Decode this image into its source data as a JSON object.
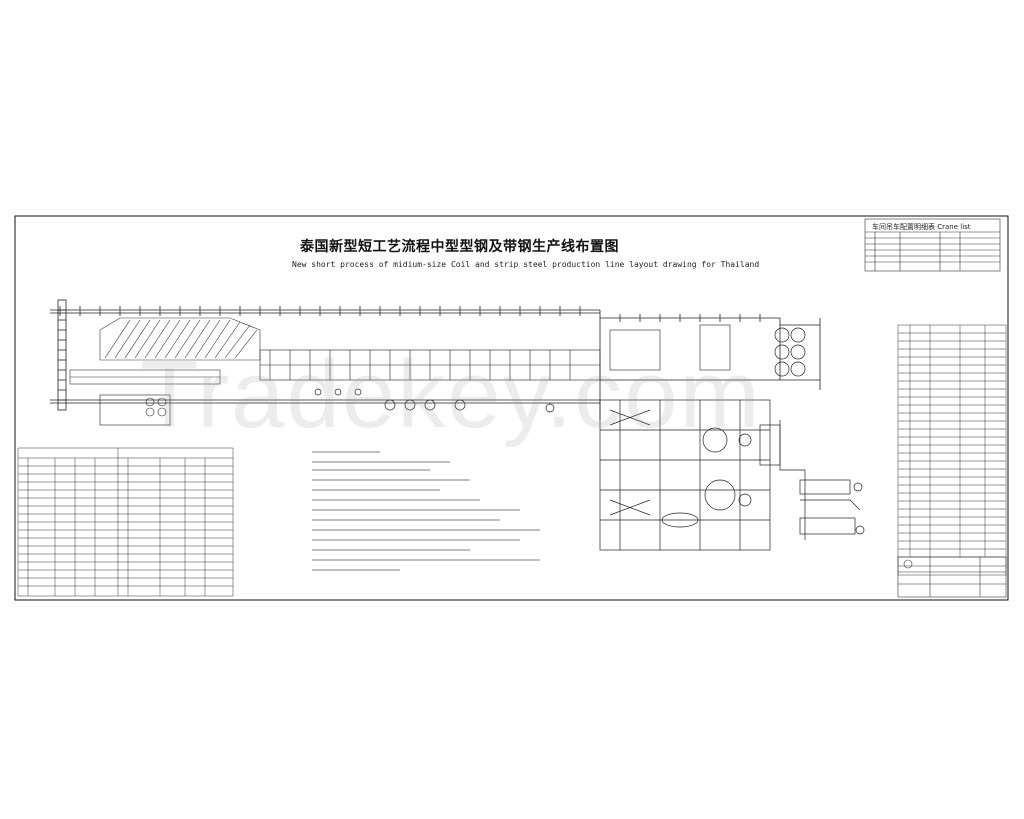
{
  "drawing": {
    "title_cn": "泰国新型短工艺流程中型型钢及带钢生产线布置图",
    "title_en": "New short process of midium-size Coil and strip steel production line layout drawing for Thailand",
    "crane_list_title": "车间吊车配置明细表 Crane list",
    "watermark": "Tradekey.com"
  }
}
